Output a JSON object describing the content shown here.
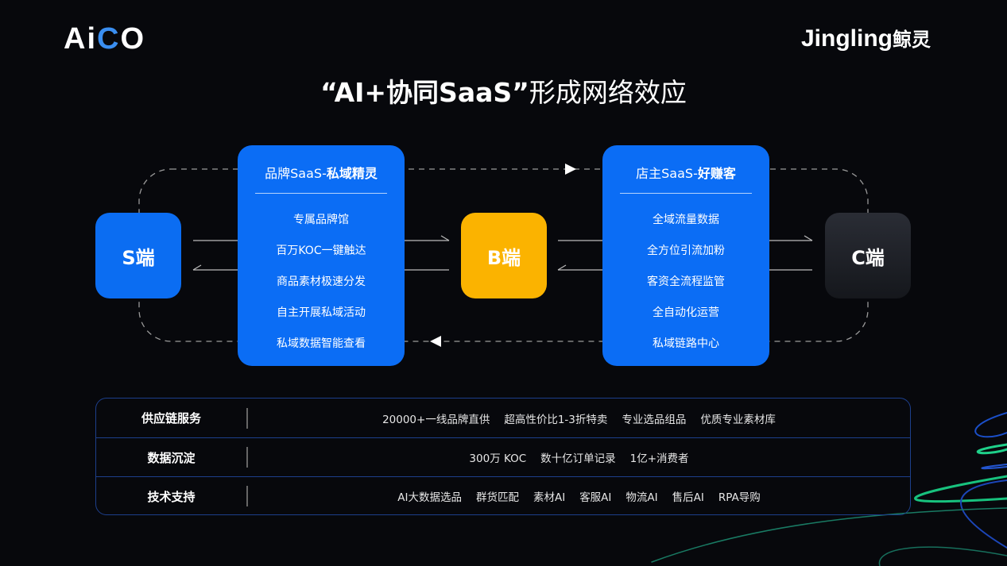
{
  "logos": {
    "left": "AiCO",
    "right_latin": "Jingling",
    "right_cn": "鲸灵"
  },
  "title": {
    "bold": "“AI+协同SaaS”",
    "regular": "形成网络效应"
  },
  "nodes": {
    "s": "S端",
    "b": "B端",
    "c": "C端"
  },
  "left_panel": {
    "title_regular": "品牌SaaS-",
    "title_bold": "私域精灵",
    "items": [
      "专属品牌馆",
      "百万KOC一键触达",
      "商品素材极速分发",
      "自主开展私域活动",
      "私域数据智能查看"
    ]
  },
  "right_panel": {
    "title_regular": "店主SaaS-",
    "title_bold": "好赚客",
    "items": [
      "全域流量数据",
      "全方位引流加粉",
      "客资全流程监管",
      "全自动化运营",
      "私域链路中心"
    ]
  },
  "table": [
    {
      "label": "供应链服务",
      "items": [
        "20000+一线品牌直供",
        "超高性价比1-3折特卖",
        "专业选品组品",
        "优质专业素材库"
      ]
    },
    {
      "label": "数据沉淀",
      "items": [
        "300万 KOC",
        "数十亿订单记录",
        "1亿+消费者"
      ]
    },
    {
      "label": "技术支持",
      "items": [
        "AI大数据选品",
        "群货匹配",
        "素材AI",
        "客服AI",
        "物流AI",
        "售后AI",
        "RPA导购"
      ]
    }
  ],
  "colors": {
    "blue": "#0b6df2",
    "yellow": "#fbb300",
    "background": "#07080c"
  }
}
